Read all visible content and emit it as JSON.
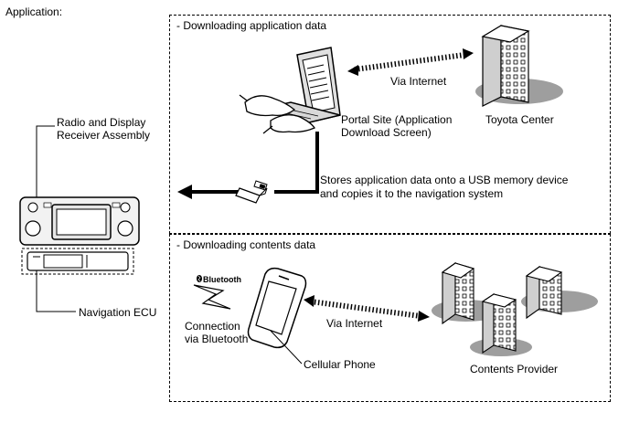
{
  "heading": "Application:",
  "sections": {
    "download_app": "- Downloading application data",
    "download_contents": "- Downloading contents data"
  },
  "labels": {
    "radio_line1": "Radio and Display",
    "radio_line2": "Receiver Assembly",
    "nav_ecu": "Navigation ECU",
    "portal_line1": "Portal Site (Application",
    "portal_line2": "Download Screen)",
    "via_internet_top": "Via Internet",
    "toyota_center": "Toyota Center",
    "stores_line1": "Stores application data onto a USB memory device",
    "stores_line2": "and copies it to the navigation system",
    "bluetooth_logo": "Bluetooth",
    "connection_line1": "Connection",
    "connection_line2": "via Bluetooth",
    "via_internet_bottom": "Via Internet",
    "cellular_phone": "Cellular Phone",
    "contents_provider": "Contents Provider"
  }
}
